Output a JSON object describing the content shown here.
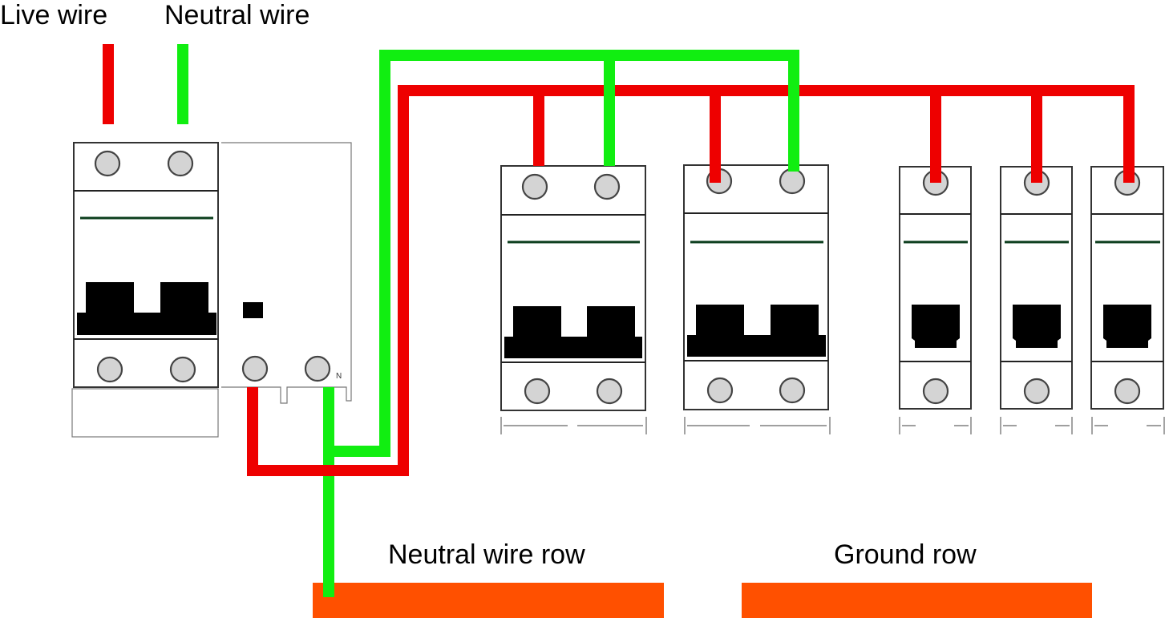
{
  "diagram": {
    "labels": {
      "live_wire": "Live wire",
      "neutral_wire": "Neutral wire",
      "neutral_row": "Neutral wire row",
      "ground_row": "Ground row",
      "rcd_neutral_mark": "N"
    },
    "colors": {
      "live": "#ee0000",
      "neutral": "#11ee11",
      "busbar": "#ff5000",
      "handle": "#000000",
      "screw": "#d4d4d4",
      "indicator_line": "#0b3d1c"
    },
    "components": {
      "main_breaker": {
        "type": "2-pole breaker + RCD module",
        "poles": 2
      },
      "branch_breakers": [
        {
          "id": "double-pole-1",
          "poles": 2
        },
        {
          "id": "double-pole-2",
          "poles": 2
        },
        {
          "id": "single-pole-1",
          "poles": 1
        },
        {
          "id": "single-pole-2",
          "poles": 1
        },
        {
          "id": "single-pole-3",
          "poles": 1
        }
      ],
      "busbars": [
        "Neutral wire row",
        "Ground row"
      ]
    }
  }
}
